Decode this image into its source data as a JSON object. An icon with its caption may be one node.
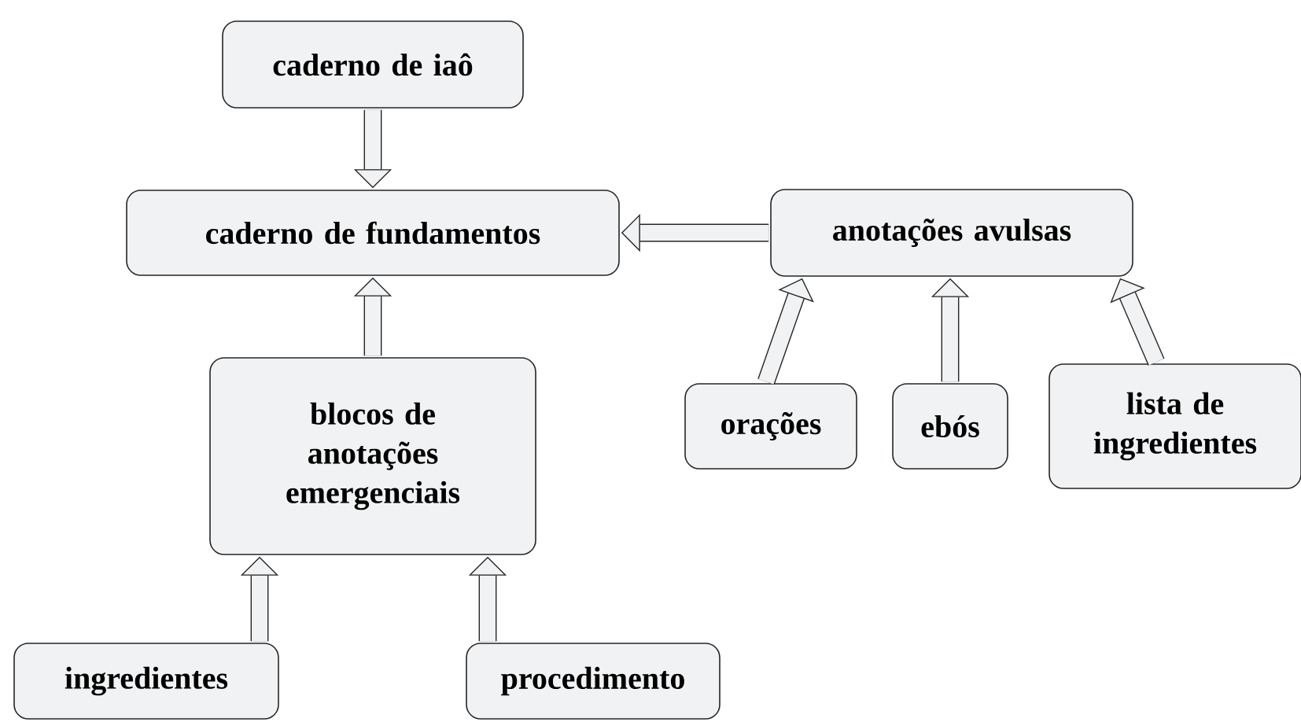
{
  "diagram": {
    "nodes": [
      {
        "text": [
          "caderno de iaô"
        ]
      },
      {
        "text": [
          "caderno de fundamentos"
        ]
      },
      {
        "text": [
          "anotações avulsas"
        ]
      },
      {
        "text": [
          "blocos de anotações emergenciais"
        ]
      },
      {
        "text": [
          "orações"
        ]
      },
      {
        "text": [
          "ebós"
        ]
      },
      {
        "text": [
          "lista de ingredientes"
        ]
      },
      {
        "text": [
          "ingredientes"
        ]
      },
      {
        "text": [
          "procedimento"
        ]
      }
    ],
    "edges": [
      {
        "from": 0,
        "to": 1,
        "arrow": "to"
      },
      {
        "from": 2,
        "to": 1,
        "arrow": "to"
      },
      {
        "from": 3,
        "to": 1,
        "arrow": "to"
      },
      {
        "from": 4,
        "to": 2,
        "arrow": "to"
      },
      {
        "from": 5,
        "to": 2,
        "arrow": "to"
      },
      {
        "from": 6,
        "to": 2,
        "arrow": "to"
      },
      {
        "from": 7,
        "to": 3,
        "arrow": "to"
      },
      {
        "from": 8,
        "to": 3,
        "arrow": "to"
      }
    ]
  }
}
